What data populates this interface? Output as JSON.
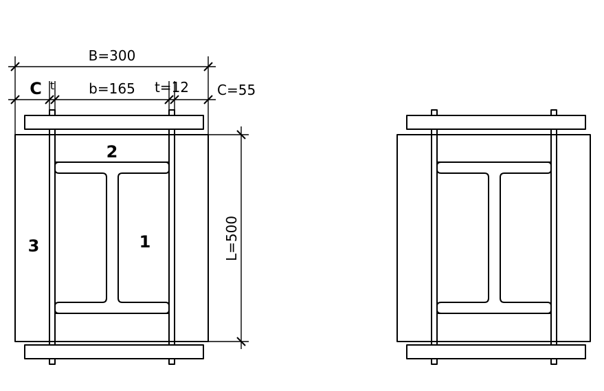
{
  "dimensions": {
    "B": "B=300",
    "b": "b=165",
    "t": "t=12",
    "t_small": "t",
    "C": "C",
    "C_value": "C=55",
    "L": "L=500"
  },
  "part_labels": {
    "p1": "1",
    "p2": "2",
    "p3": "3"
  }
}
